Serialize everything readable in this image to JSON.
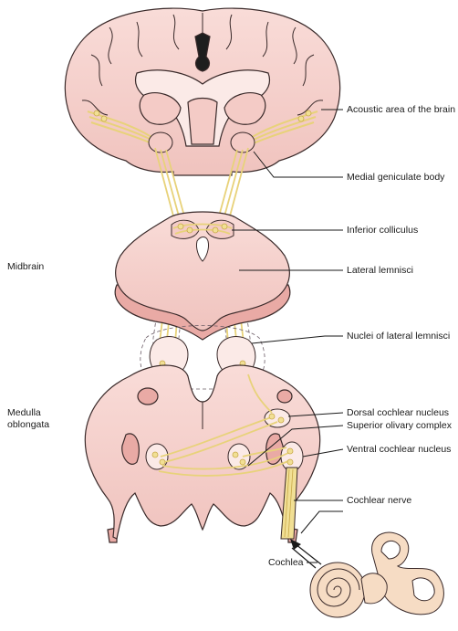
{
  "diagram": {
    "labels": {
      "acoustic_area": "Acoustic area of the brain",
      "medial_geniculate": "Medial geniculate body",
      "inferior_colliculus": "Inferior colliculus",
      "lateral_lemnisci": "Lateral lemnisci",
      "nuclei_lateral_lemnisci": "Nuclei of lateral lemnisci",
      "dorsal_cochlear": "Dorsal cochlear nucleus",
      "superior_olivary": "Superior olivary complex",
      "ventral_cochlear": "Ventral cochlear nucleus",
      "cochlear_nerve": "Cochlear nerve",
      "cochlea": "Cochlea"
    },
    "regions": {
      "midbrain": "Midbrain",
      "medulla_line1": "Medulla",
      "medulla_line2": "oblongata"
    },
    "colors": {
      "tissue": "#f6d3cf",
      "tissue_dark": "#e9aaa5",
      "outline": "#3a2a2a",
      "pathway": "#e8d27a",
      "inner": "#fbeae7"
    }
  }
}
